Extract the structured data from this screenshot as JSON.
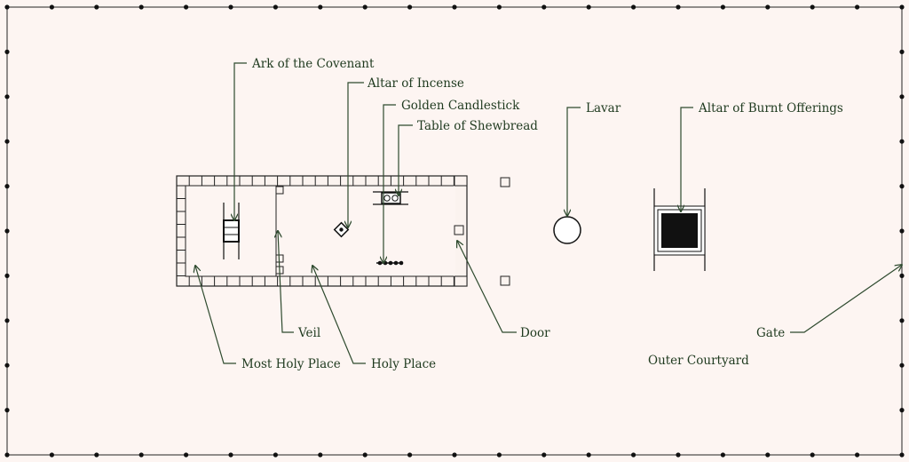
{
  "diagram": {
    "labels": {
      "ark": "Ark of the Covenant",
      "altar_incense": "Altar of Incense",
      "candlestick": "Golden Candlestick",
      "shewbread": "Table of Shewbread",
      "lavar": "Lavar",
      "altar_burnt": "Altar of Burnt Offerings",
      "veil": "Veil",
      "door": "Door",
      "most_holy": "Most Holy Place",
      "holy_place": "Holy Place",
      "gate": "Gate",
      "outer_courtyard": "Outer Courtyard"
    },
    "colors": {
      "label_text": "#1f3a1f",
      "leader_line": "#2e4a2e",
      "background": "#fdf5f2",
      "structure": "#222222"
    }
  }
}
